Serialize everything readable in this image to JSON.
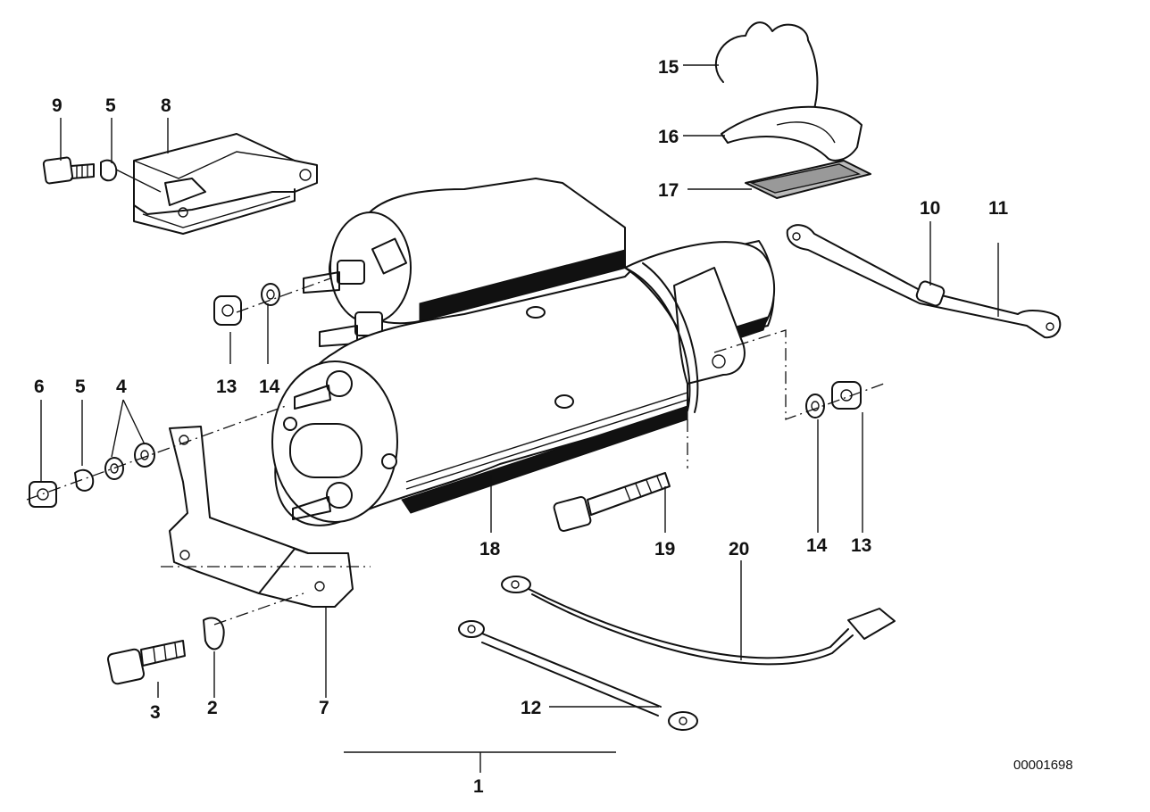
{
  "diagram": {
    "callouts": [
      "1",
      "2",
      "3",
      "4",
      "5",
      "5",
      "6",
      "7",
      "8",
      "9",
      "10",
      "11",
      "12",
      "13",
      "13",
      "14",
      "14",
      "15",
      "16",
      "17",
      "18",
      "19",
      "20"
    ],
    "document_number": "00001698"
  }
}
